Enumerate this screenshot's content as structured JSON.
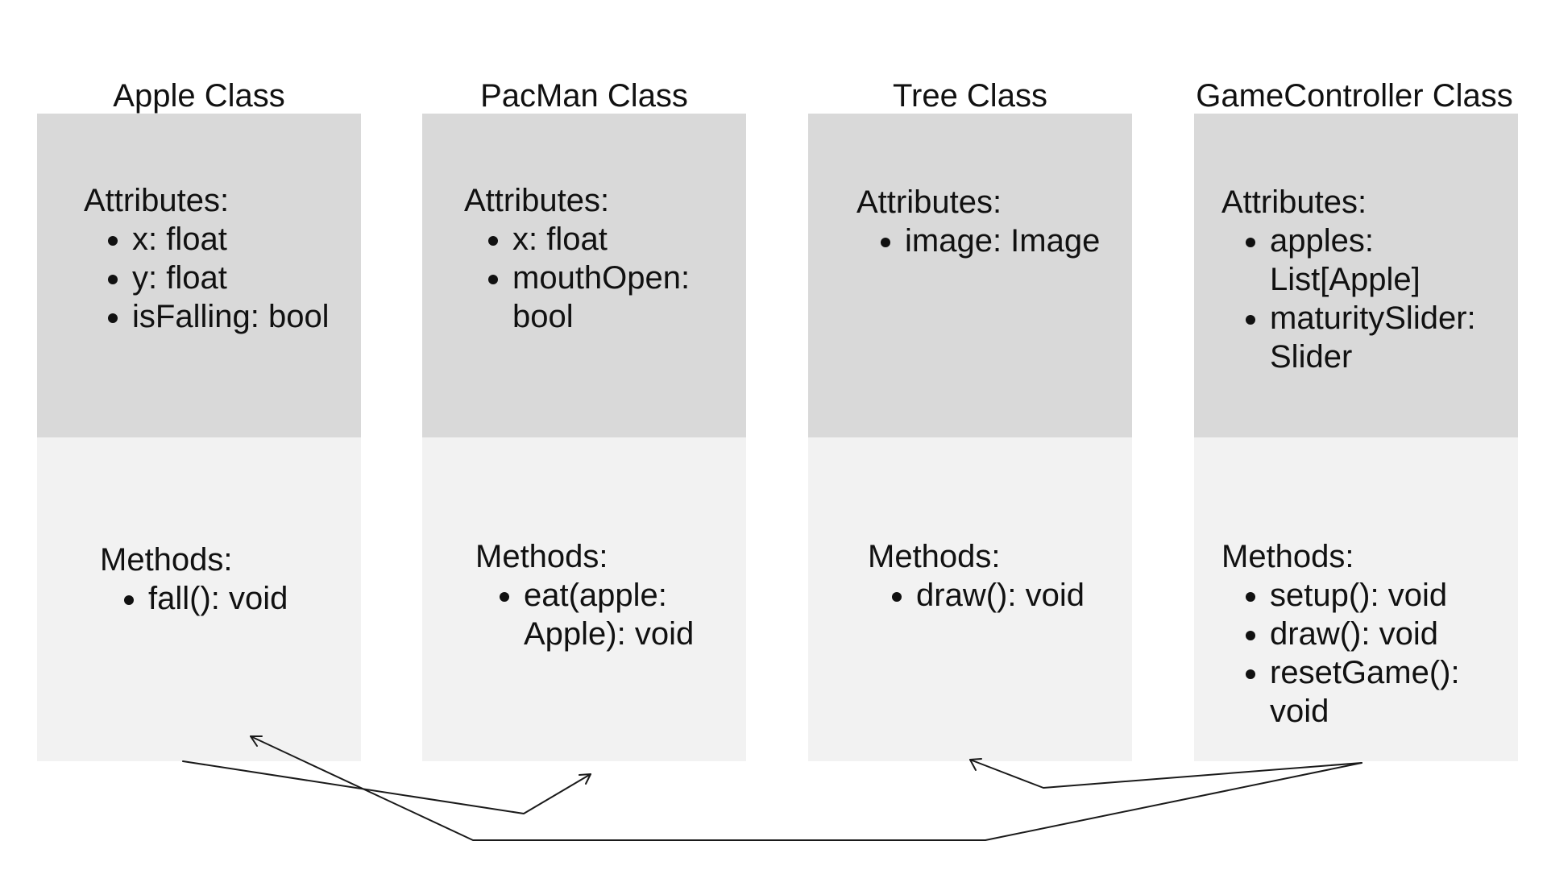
{
  "classes": [
    {
      "title": "Apple Class",
      "attributes_label": "Attributes:",
      "attributes": [
        "x: float",
        "y: float",
        "isFalling: bool"
      ],
      "methods_label": "Methods:",
      "methods": [
        "fall(): void"
      ]
    },
    {
      "title": "PacMan Class",
      "attributes_label": "Attributes:",
      "attributes": [
        "x: float",
        "mouthOpen: bool"
      ],
      "methods_label": "Methods:",
      "methods": [
        "eat(apple: Apple): void"
      ]
    },
    {
      "title": "Tree Class",
      "attributes_label": "Attributes:",
      "attributes": [
        "image: Image"
      ],
      "methods_label": "Methods:",
      "methods": [
        "draw(): void"
      ]
    },
    {
      "title": "GameController Class",
      "attributes_label": "Attributes:",
      "attributes": [
        "apples: List[Apple]",
        "maturitySlider: Slider"
      ],
      "methods_label": "Methods:",
      "methods": [
        "setup(): void",
        "draw(): void",
        "resetGame(): void"
      ]
    }
  ],
  "colors": {
    "attributes_fill": "#d9d9d9",
    "methods_fill": "#f2f2f2",
    "line": "#1a1a1a"
  }
}
